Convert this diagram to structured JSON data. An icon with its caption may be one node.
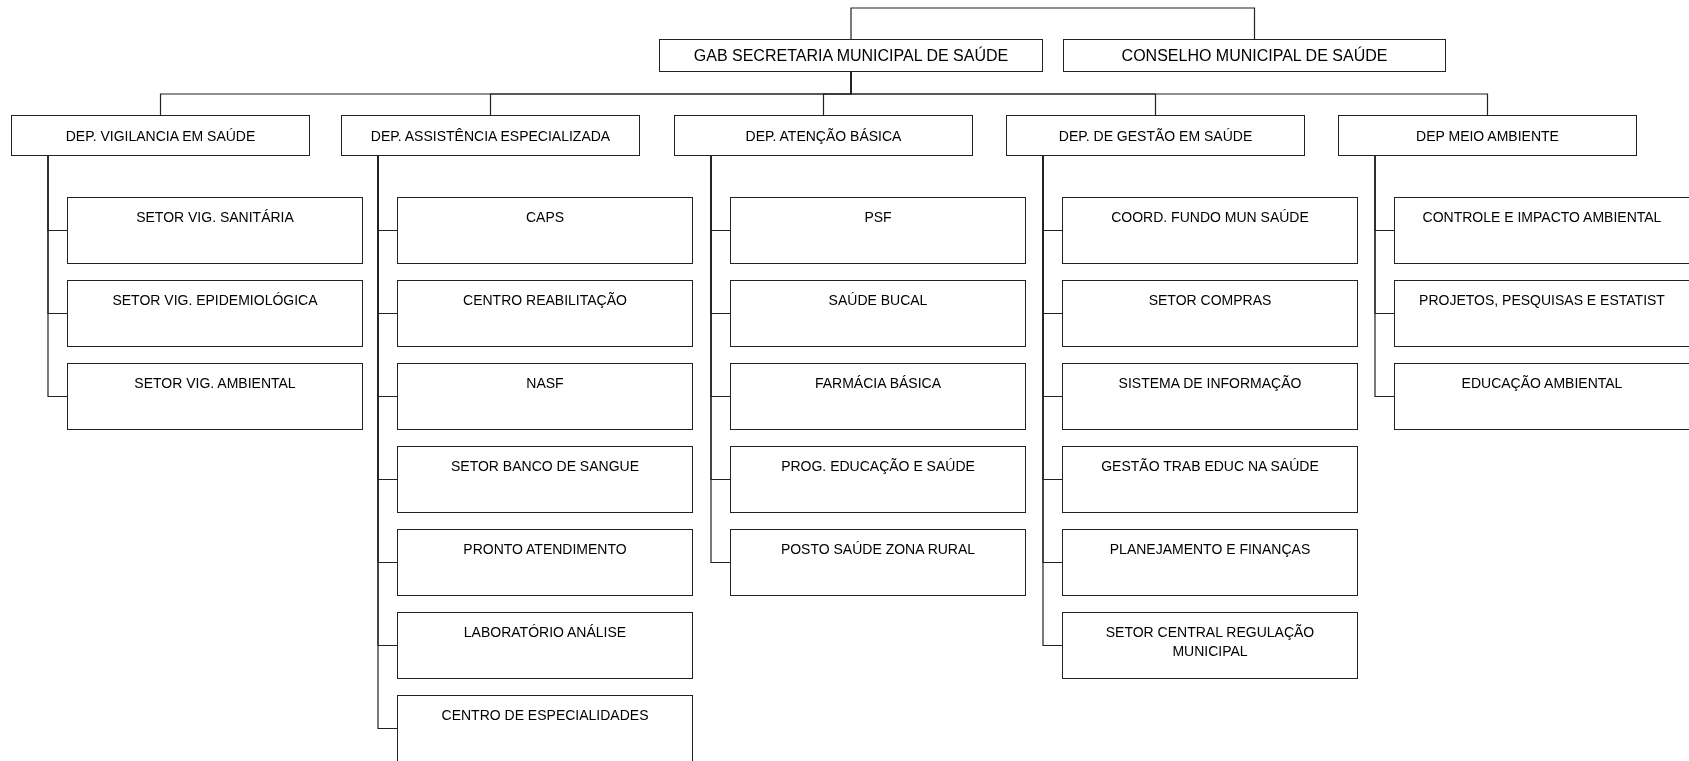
{
  "diagram": {
    "nodes": [
      {
        "text": [
          "GAB SECRETARIA MUNICIPAL DE SAÚDE"
        ]
      },
      {
        "text": [
          "CONSELHO MUNICIPAL DE SAÚDE"
        ]
      },
      {
        "text": [
          "DEP. VIGILANCIA EM SAÚDE"
        ]
      },
      {
        "text": [
          "DEP.  ASSISTÊNCIA ESPECIALIZADA"
        ]
      },
      {
        "text": [
          "DEP. ATENÇÃO BÁSICA"
        ]
      },
      {
        "text": [
          "DEP. DE GESTÃO EM SAÚDE"
        ]
      },
      {
        "text": [
          "DEP MEIO AMBIENTE"
        ]
      },
      {
        "text": [
          "SETOR VIG. SANITÁRIA"
        ]
      },
      {
        "text": [
          "SETOR VIG. EPIDEMIOLÓGICA"
        ]
      },
      {
        "text": [
          "SETOR VIG. AMBIENTAL"
        ]
      },
      {
        "text": [
          "CAPS"
        ]
      },
      {
        "text": [
          "CENTRO REABILITAÇÃO"
        ]
      },
      {
        "text": [
          "NASF"
        ]
      },
      {
        "text": [
          "SETOR BANCO DE SANGUE"
        ]
      },
      {
        "text": [
          "PRONTO ATENDIMENTO"
        ]
      },
      {
        "text": [
          "LABORATÓRIO ANÁLISE"
        ]
      },
      {
        "text": [
          "CENTRO DE ESPECIALIDADES"
        ]
      },
      {
        "text": [
          "PSF"
        ]
      },
      {
        "text": [
          "SAÚDE BUCAL"
        ]
      },
      {
        "text": [
          "FARMÁCIA BÁSICA"
        ]
      },
      {
        "text": [
          "PROG. EDUCAÇÃO E SAÚDE"
        ]
      },
      {
        "text": [
          "POSTO SAÚDE ZONA RURAL"
        ]
      },
      {
        "text": [
          "COORD. FUNDO MUN SAÚDE"
        ]
      },
      {
        "text": [
          "SETOR COMPRAS"
        ]
      },
      {
        "text": [
          "SISTEMA DE INFORMAÇÃO"
        ]
      },
      {
        "text": [
          "GESTÃO TRAB EDUC NA SAÚDE"
        ]
      },
      {
        "text": [
          "PLANEJAMENTO E FINANÇAS"
        ]
      },
      {
        "text": [
          "SETOR CENTRAL REGULAÇÃO MUNICIPAL"
        ]
      },
      {
        "text": [
          "CONTROLE E IMPACTO AMBIENTAL"
        ]
      },
      {
        "text": [
          "PROJETOS, PESQUISAS E ESTATIST"
        ]
      },
      {
        "text": [
          "EDUCAÇÃO AMBIENTAL"
        ]
      }
    ],
    "edges": [
      {
        "from": 0,
        "to": 1,
        "arrow": "none"
      },
      {
        "from": 0,
        "to": 2,
        "arrow": "none"
      },
      {
        "from": 0,
        "to": 3,
        "arrow": "none"
      },
      {
        "from": 0,
        "to": 4,
        "arrow": "none"
      },
      {
        "from": 0,
        "to": 5,
        "arrow": "none"
      },
      {
        "from": 0,
        "to": 6,
        "arrow": "none"
      },
      {
        "from": 2,
        "to": 7,
        "arrow": "none"
      },
      {
        "from": 2,
        "to": 8,
        "arrow": "none"
      },
      {
        "from": 2,
        "to": 9,
        "arrow": "none"
      },
      {
        "from": 3,
        "to": 10,
        "arrow": "none"
      },
      {
        "from": 3,
        "to": 11,
        "arrow": "none"
      },
      {
        "from": 3,
        "to": 12,
        "arrow": "none"
      },
      {
        "from": 3,
        "to": 13,
        "arrow": "none"
      },
      {
        "from": 3,
        "to": 14,
        "arrow": "none"
      },
      {
        "from": 3,
        "to": 15,
        "arrow": "none"
      },
      {
        "from": 3,
        "to": 16,
        "arrow": "none"
      },
      {
        "from": 4,
        "to": 17,
        "arrow": "none"
      },
      {
        "from": 4,
        "to": 18,
        "arrow": "none"
      },
      {
        "from": 4,
        "to": 19,
        "arrow": "none"
      },
      {
        "from": 4,
        "to": 20,
        "arrow": "none"
      },
      {
        "from": 4,
        "to": 21,
        "arrow": "none"
      },
      {
        "from": 5,
        "to": 22,
        "arrow": "none"
      },
      {
        "from": 5,
        "to": 23,
        "arrow": "none"
      },
      {
        "from": 5,
        "to": 24,
        "arrow": "none"
      },
      {
        "from": 5,
        "to": 25,
        "arrow": "none"
      },
      {
        "from": 5,
        "to": 26,
        "arrow": "none"
      },
      {
        "from": 5,
        "to": 27,
        "arrow": "none"
      },
      {
        "from": 6,
        "to": 28,
        "arrow": "none"
      },
      {
        "from": 6,
        "to": 29,
        "arrow": "none"
      },
      {
        "from": 6,
        "to": 30,
        "arrow": "none"
      }
    ]
  }
}
